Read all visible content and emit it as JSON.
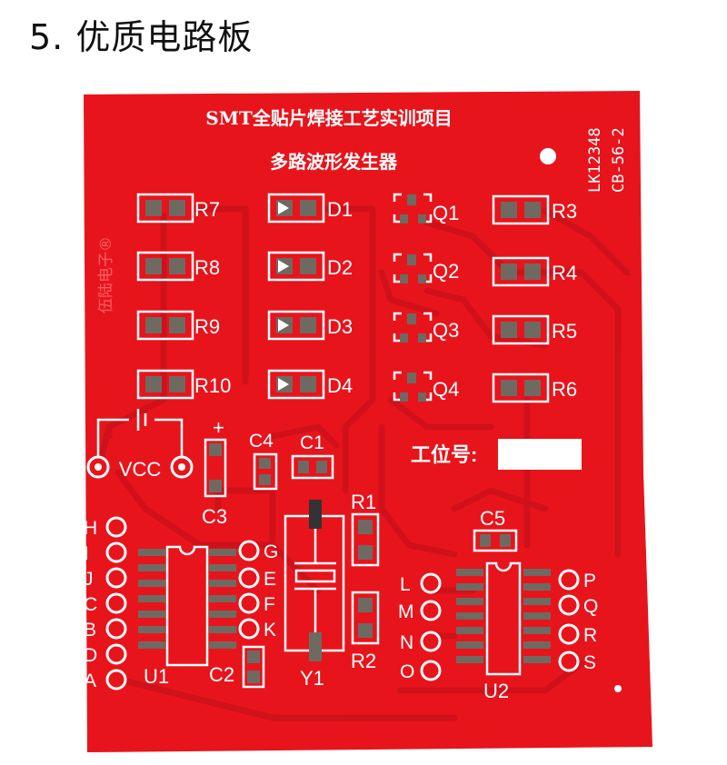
{
  "heading": "5. 优质电路板",
  "colors": {
    "board": "#e8141c",
    "board_dark": "#c40f16",
    "silk": "#ffffff",
    "pad": "#6e6a62",
    "label_box": "#ffffff"
  },
  "board": {
    "title": "SMT全贴片焊接工艺实训项目",
    "subtitle": "多路波形发生器",
    "side_code": "LK12348",
    "side_code2": "CB-56-2",
    "brand": "伍陆电子®",
    "station_label": "工位号:",
    "power_label": "VCC"
  },
  "resistors_left": [
    "R7",
    "R8",
    "R9",
    "R10"
  ],
  "diodes": [
    "D1",
    "D2",
    "D3",
    "D4"
  ],
  "transistors": [
    "Q1",
    "Q2",
    "Q3",
    "Q4"
  ],
  "resistors_right": [
    "R3",
    "R4",
    "R5",
    "R6"
  ],
  "caps": {
    "c1": "C1",
    "c2": "C2",
    "c3": "C3",
    "c4": "C4",
    "c5": "C5",
    "r1": "R1",
    "r2": "R2",
    "y1": "Y1"
  },
  "ics": {
    "u1": "U1",
    "u2": "U2"
  },
  "plus": "+",
  "left_pins": [
    "H",
    "I",
    "J",
    "C",
    "B",
    "D",
    "A"
  ],
  "middle_pins": [
    "G",
    "E",
    "F",
    "K"
  ],
  "center_pins": [
    "L",
    "M",
    "N",
    "O"
  ],
  "right_pins": [
    "P",
    "Q",
    "R",
    "S"
  ]
}
